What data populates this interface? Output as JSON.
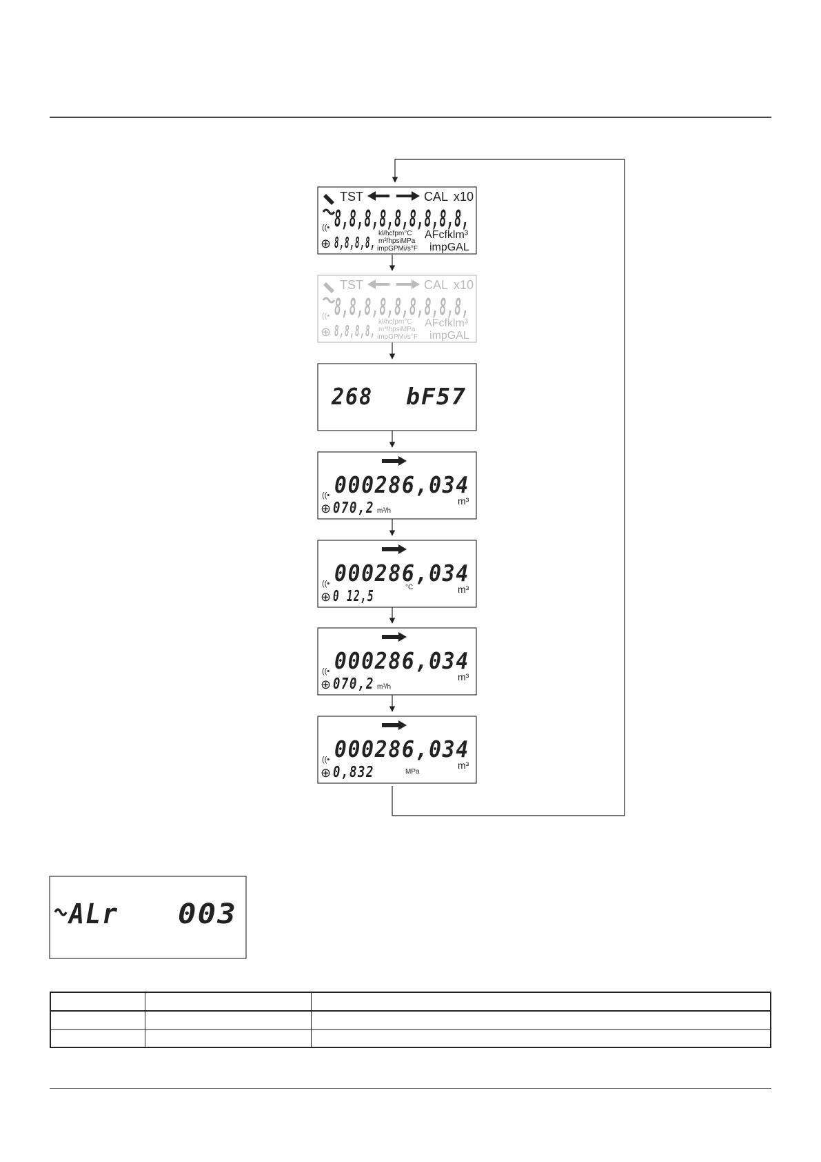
{
  "display_full": {
    "tst": "TST",
    "cal": "CAL",
    "x10": "x10",
    "main_digits": "8,8,8,8,8,8,8,8,8,",
    "small_digits": "8,8,8,8,",
    "units_col1": [
      "kl/hcfpm°C",
      "m³/hpsiMPa",
      "impGPMi/s°F"
    ],
    "units_col2": [
      "AFcfklm³",
      "impGAL"
    ]
  },
  "display_version": {
    "left": "268",
    "right": "bF57"
  },
  "readings": [
    {
      "main": "000286,034",
      "sub": "070,2",
      "sub_unit": "m³/h",
      "unit": "m³"
    },
    {
      "main": "000286,034",
      "sub": "0 12,5",
      "sub_unit": "°C",
      "unit": "m³"
    },
    {
      "main": "000286,034",
      "sub": "070,2",
      "sub_unit": "m³/h",
      "unit": "m³"
    },
    {
      "main": "000286,034",
      "sub": "0,832",
      "sub_unit": "MPa",
      "unit": "m³"
    }
  ],
  "alarm_display": {
    "label": "ALr",
    "code": "003"
  },
  "table": {
    "rows": 3,
    "cols": 3
  },
  "colors": {
    "ink": "#222222",
    "ghost": "#bbbbbb"
  }
}
